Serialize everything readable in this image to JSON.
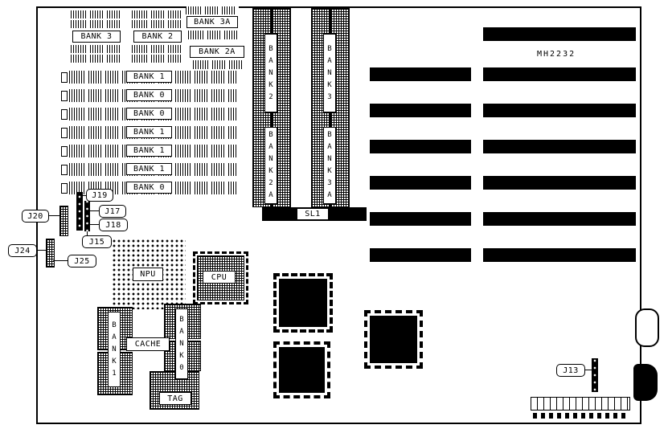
{
  "dip_banks": {
    "bank3": "BANK 3",
    "bank2": "BANK 2",
    "bank3a": "BANK 3A",
    "bank2a": "BANK 2A"
  },
  "memory_rows": [
    {
      "label": "BANK 1"
    },
    {
      "label": "BANK 0"
    },
    {
      "label": "BANK 0"
    },
    {
      "label": "BANK 1"
    },
    {
      "label": "BANK 1"
    },
    {
      "label": "BANK 1"
    },
    {
      "label": "BANK 0"
    }
  ],
  "vertical_banks": {
    "bank2": "BANK2",
    "bank3": "BANK3",
    "bank2a": "BANK2A",
    "bank3a": "BANK3A"
  },
  "slots": {
    "sl1": "SL1",
    "chip_mh2232": "MH2232"
  },
  "jumpers": {
    "j19": "J19",
    "j17": "J17",
    "j18": "J18",
    "j20": "J20",
    "j15": "J15",
    "j24": "J24",
    "j25": "J25",
    "j13": "J13"
  },
  "processors": {
    "npu": "NPU",
    "cpu": "CPU"
  },
  "cache": {
    "bank1": "BANK1",
    "label": "CACHE",
    "bank0": "BANK0",
    "tag": "TAG"
  },
  "colors": {
    "component": "#000000",
    "board": "#ffffff"
  }
}
